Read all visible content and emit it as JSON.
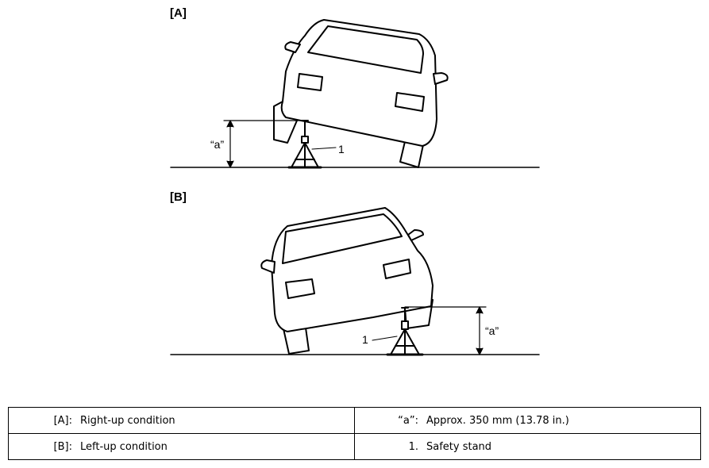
{
  "figure": {
    "panel_a_label": "[A]",
    "panel_b_label": "[B]",
    "dimension_label": "“a”",
    "item_number": "1"
  },
  "legend": {
    "rows": [
      {
        "left_key": "[A]:",
        "left_value": "Right-up condition",
        "right_key": "“a”:",
        "right_value": "Approx. 350 mm (13.78 in.)"
      },
      {
        "left_key": "[B]:",
        "left_value": "Left-up condition",
        "right_key": "1.",
        "right_value": "Safety stand"
      }
    ]
  }
}
